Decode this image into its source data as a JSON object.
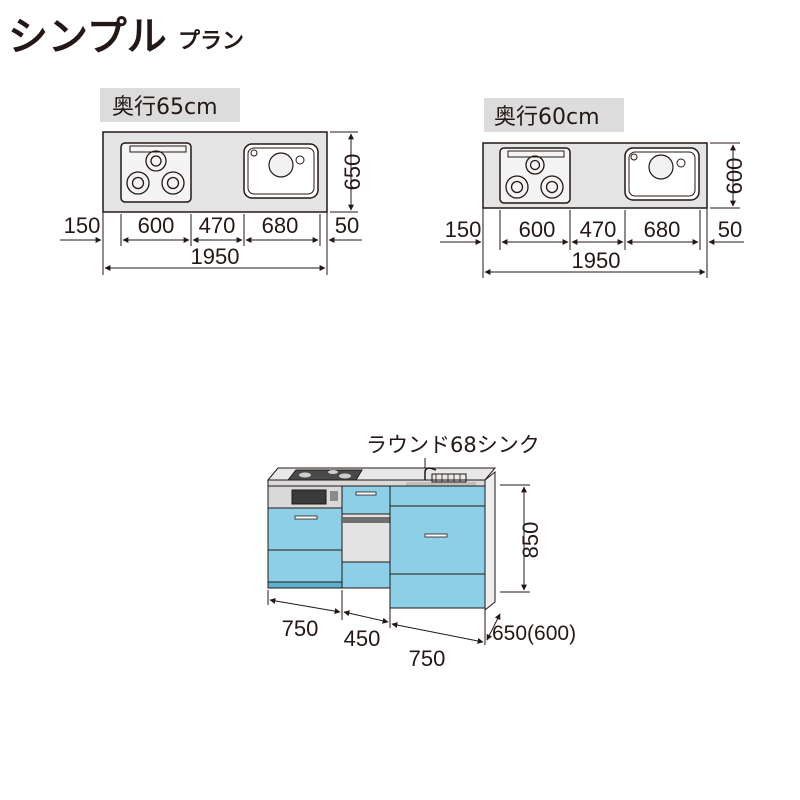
{
  "title": "シンプル",
  "subtitle": "プラン",
  "plan_left": {
    "depth_label": "奥行65cm",
    "depth_value": "650",
    "segments": [
      "150",
      "600",
      "470",
      "680",
      "50"
    ],
    "total": "1950"
  },
  "plan_right": {
    "depth_label": "奥行60cm",
    "depth_value": "600",
    "segments": [
      "150",
      "600",
      "470",
      "680",
      "50"
    ],
    "total": "1950"
  },
  "elevation": {
    "sink_label": "ラウンド68シンク",
    "height": "850",
    "widths": [
      "750",
      "450",
      "750"
    ],
    "depth": "650(600)"
  },
  "colors": {
    "cabinet_blue": "#8ccfe6",
    "cabinet_blue_dark": "#5fb1d0",
    "counter_gray": "#e4e4e4",
    "label_bg": "#dcdcdc",
    "line": "#231815"
  }
}
